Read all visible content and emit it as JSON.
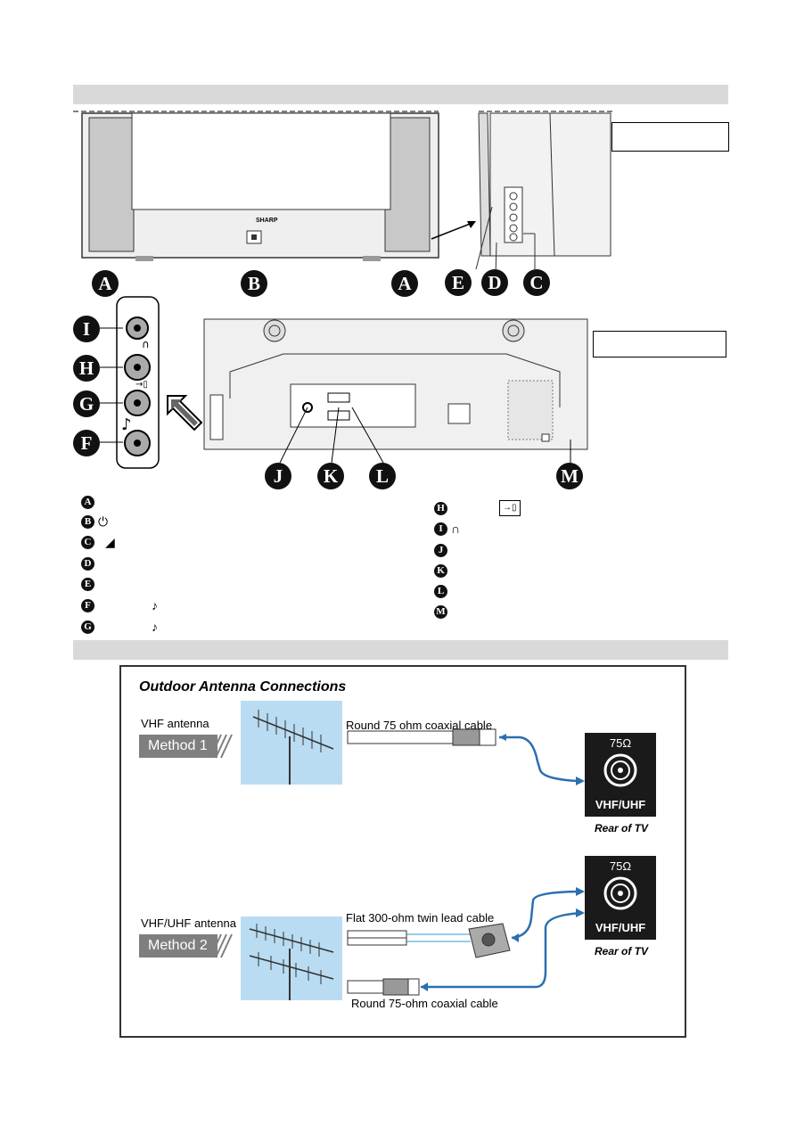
{
  "diagram1": {
    "callouts": [
      "A",
      "B",
      "A",
      "E",
      "D",
      "C",
      "I",
      "H",
      "G",
      "F",
      "J",
      "K",
      "L",
      "M"
    ],
    "brand": "SHARP",
    "legend_left": [
      {
        "letter": "A",
        "symbol": ""
      },
      {
        "letter": "B",
        "symbol": "⏻"
      },
      {
        "letter": "C",
        "symbol": "◢"
      },
      {
        "letter": "D",
        "symbol": ""
      },
      {
        "letter": "E",
        "symbol": ""
      },
      {
        "letter": "F",
        "symbol": "♪"
      },
      {
        "letter": "G",
        "symbol": "♪"
      }
    ],
    "legend_right": [
      {
        "letter": "H",
        "symbol": "→▯"
      },
      {
        "letter": "I",
        "symbol": "∩"
      },
      {
        "letter": "J",
        "symbol": ""
      },
      {
        "letter": "K",
        "symbol": ""
      },
      {
        "letter": "L",
        "symbol": ""
      },
      {
        "letter": "M",
        "symbol": ""
      }
    ]
  },
  "antenna": {
    "title": "Outdoor Antenna Connections",
    "method1": {
      "antenna_label": "VHF antenna",
      "method_label": "Method 1",
      "cable_label": "Round 75 ohm coaxial cable"
    },
    "method2": {
      "antenna_label": "VHF/UHF antenna",
      "method_label": "Method 2",
      "cable_top_label": "Flat 300-ohm twin lead cable",
      "cable_bottom_label": "Round 75-ohm coaxial cable"
    },
    "port": {
      "ohm": "75Ω",
      "label": "VHF/UHF",
      "rear": "Rear of TV"
    },
    "colors": {
      "arrow": "#2a6fb0",
      "sky": "#b9dcf2",
      "method_bg": "#7f7f7f"
    }
  }
}
